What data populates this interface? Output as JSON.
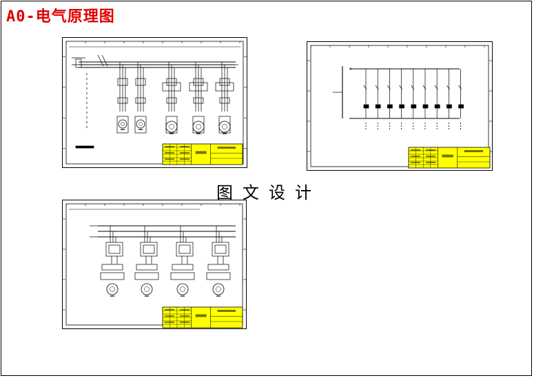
{
  "page": {
    "title": "A0-电气原理图",
    "watermark": "图文设计"
  },
  "colors": {
    "title": "#e00000",
    "title_block": "#ffff00",
    "ink": "#000000",
    "background": "#ffffff"
  },
  "sheets": [
    {
      "id": "main-power-circuit",
      "motor_count": 5
    },
    {
      "id": "control-circuit",
      "branch_count": 9
    },
    {
      "id": "motor-branch-circuit",
      "motor_count": 4
    }
  ]
}
